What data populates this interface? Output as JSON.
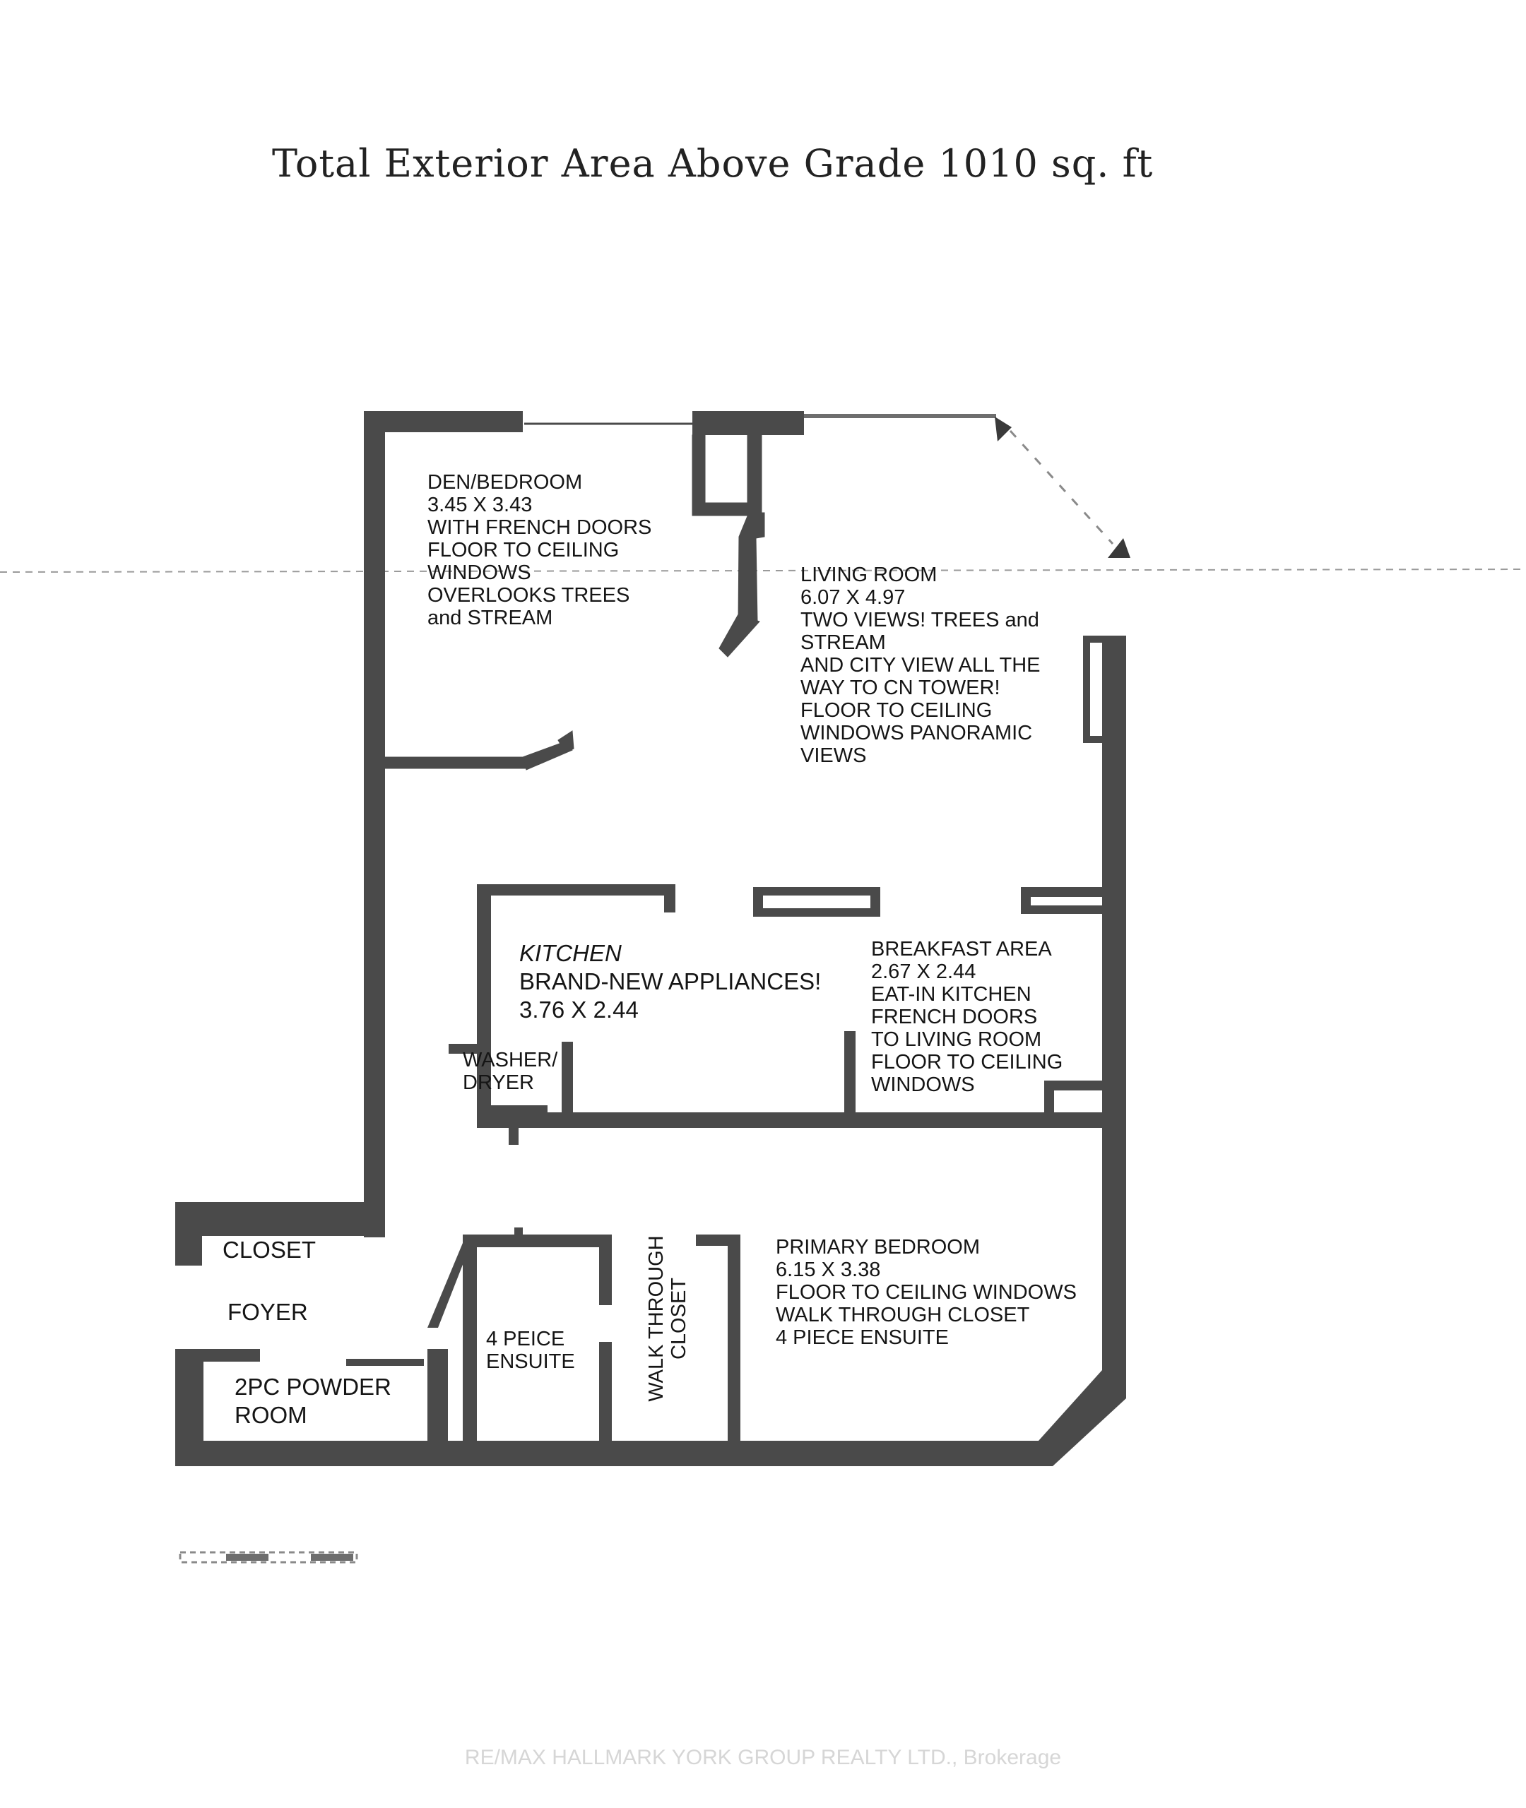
{
  "title": "Total Exterior Area Above Grade 1010 sq. ft",
  "rooms": {
    "den": {
      "name": "DEN/BEDROOM",
      "size": "3.45 X 3.43",
      "notes": [
        "WITH FRENCH DOORS",
        "FLOOR TO CEILING",
        "WINDOWS",
        "OVERLOOKS TREES",
        "and STREAM"
      ]
    },
    "living": {
      "name": "LIVING ROOM",
      "size": "6.07 X 4.97",
      "notes": [
        "TWO VIEWS! TREES and",
        "STREAM",
        "AND CITY VIEW ALL THE",
        "WAY TO CN TOWER!",
        "FLOOR TO CEILING",
        "WINDOWS PANORAMIC",
        "VIEWS"
      ]
    },
    "kitchen": {
      "name": "KITCHEN",
      "note": "BRAND-NEW APPLIANCES!",
      "size": "3.76 X 2.44"
    },
    "breakfast": {
      "name": "BREAKFAST AREA",
      "size": "2.67 X 2.44",
      "notes": [
        "EAT-IN KITCHEN",
        "FRENCH DOORS",
        "TO LIVING ROOM",
        "FLOOR TO CEILING",
        "WINDOWS"
      ]
    },
    "laundry": {
      "line1": "WASHER/",
      "line2": "DRYER"
    },
    "closet": "CLOSET",
    "foyer": "FOYER",
    "powder": {
      "line1": "2PC POWDER",
      "line2": "ROOM"
    },
    "ensuite": {
      "line1": "4 PEICE",
      "line2": "ENSUITE"
    },
    "walk_closet": {
      "line1": "WALK THROUGH",
      "line2": "CLOSET"
    },
    "primary": {
      "name": "PRIMARY BEDROOM",
      "size": "6.15 X 3.38",
      "notes": [
        "FLOOR TO CEILING WINDOWS",
        "WALK THROUGH CLOSET",
        "4 PIECE ENSUITE"
      ]
    }
  },
  "watermark": "RE/MAX HALLMARK YORK GROUP REALTY LTD., Brokerage",
  "colors": {
    "wall": "#4a4a4a",
    "wall_light": "#6e6e6e",
    "text": "#151515",
    "watermark": "#d6d6d6"
  }
}
